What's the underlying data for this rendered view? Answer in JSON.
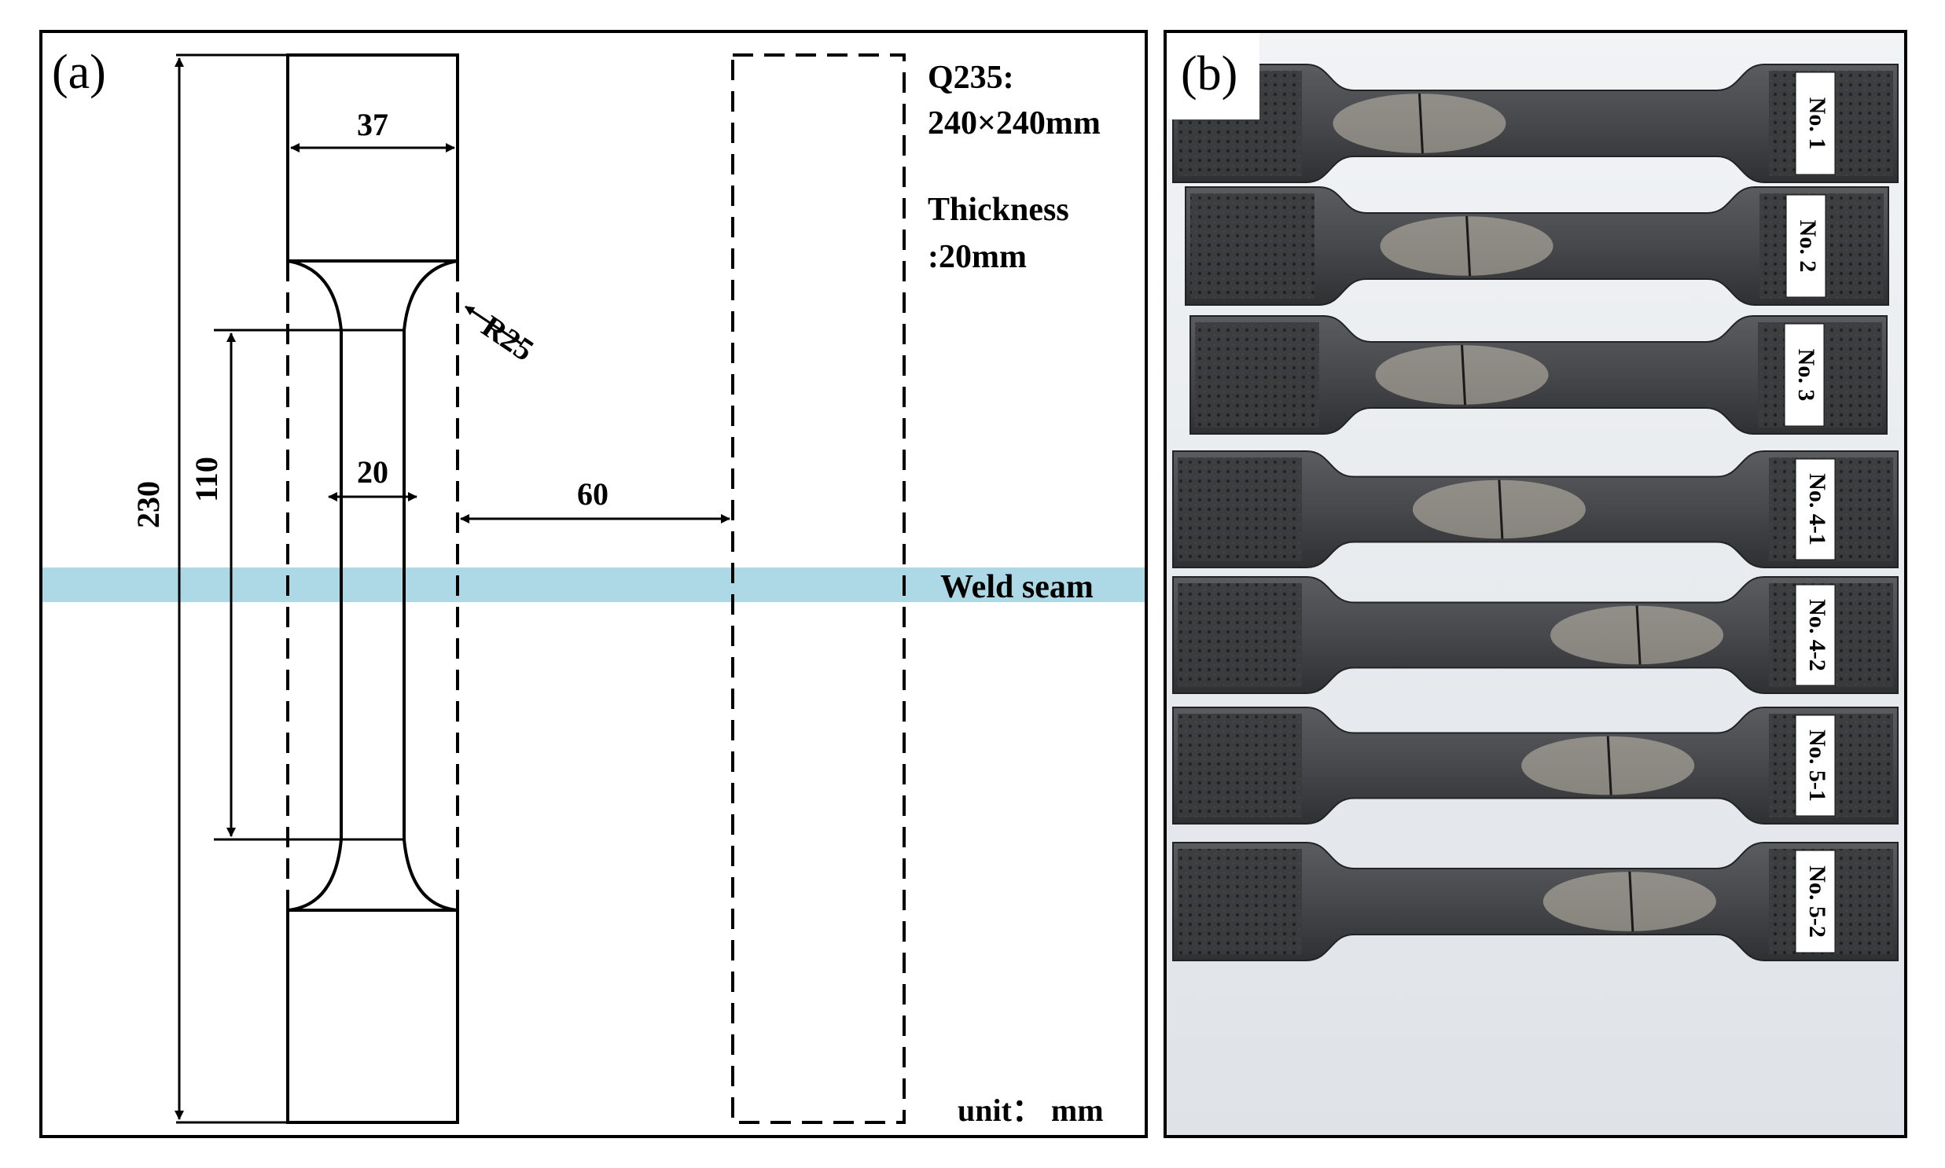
{
  "panel_a": {
    "label": "(a)",
    "material_line1": "Q235:",
    "material_line2": "240×240mm",
    "thickness_line1": "Thickness",
    "thickness_line2": ":20mm",
    "dim_37": "37",
    "dim_r25": "R25",
    "dim_230": "230",
    "dim_110": "110",
    "dim_20": "20",
    "dim_60": "60",
    "weld_label": "Weld seam",
    "unit_label": "unit： mm",
    "colors": {
      "weld": "#add8e6",
      "line": "#000000"
    }
  },
  "panel_b": {
    "label": "(b)",
    "specimens": [
      {
        "id": "No. 1",
        "crack": 0.34
      },
      {
        "id": "No. 2",
        "crack": 0.4
      },
      {
        "id": "No. 3",
        "crack": 0.39
      },
      {
        "id": "No. 4-1",
        "crack": 0.45
      },
      {
        "id": "No. 4-2",
        "crack": 0.64
      },
      {
        "id": "No. 5-1",
        "crack": 0.6
      },
      {
        "id": "No. 5-2",
        "crack": 0.63
      }
    ]
  }
}
